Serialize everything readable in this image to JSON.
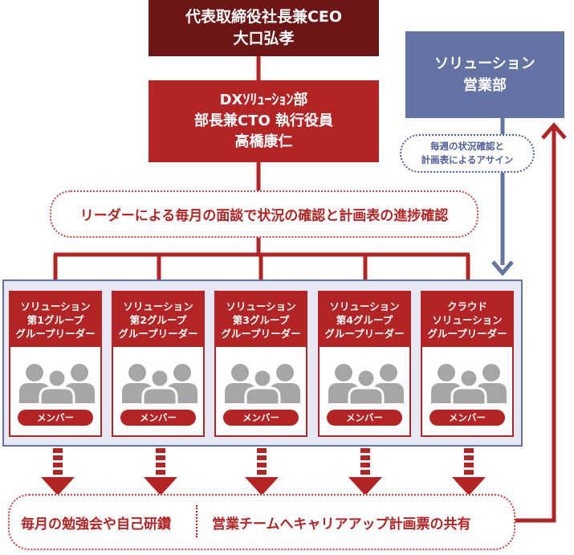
{
  "ceo": {
    "line1": "代表取締役社長兼CEO",
    "line2": "大口弘孝"
  },
  "dx": {
    "line1": "DXｿﾘｭｰｼｮﾝ部",
    "line2": "部長兼CTO 執行役員",
    "line3": "高橋康仁"
  },
  "sales": {
    "line1": "ソリューション",
    "line2": "営業部"
  },
  "assign_note": {
    "line1": "毎週の状況確認と",
    "line2": "計画表によるアサイン"
  },
  "review_note": "リーダーによる毎月の面談で状況の確認と計画表の進捗確認",
  "groups": [
    {
      "line1": "ソリューション",
      "line2": "第1グループ",
      "line3": "グループリーダー",
      "member": "メンバー"
    },
    {
      "line1": "ソリューション",
      "line2": "第2グループ",
      "line3": "グループリーダー",
      "member": "メンバー"
    },
    {
      "line1": "ソリューション",
      "line2": "第3グループ",
      "line3": "グループリーダー",
      "member": "メンバー"
    },
    {
      "line1": "ソリューション",
      "line2": "第4グループ",
      "line3": "グループリーダー",
      "member": "メンバー"
    },
    {
      "line1": "クラウド",
      "line2": "ソリューション",
      "line3": "グループリーダー",
      "member": "メンバー"
    }
  ],
  "bottom": {
    "left": "毎月の勉強会や自己研鑽",
    "right": "営業チームへキャリアアップ計画票の共有"
  },
  "colors": {
    "dark_red": "#6e1616",
    "red": "#b42424",
    "blue": "#6473a6",
    "light_blue_bg": "#e5e8f3",
    "person_gray": "#a6a6a6"
  }
}
